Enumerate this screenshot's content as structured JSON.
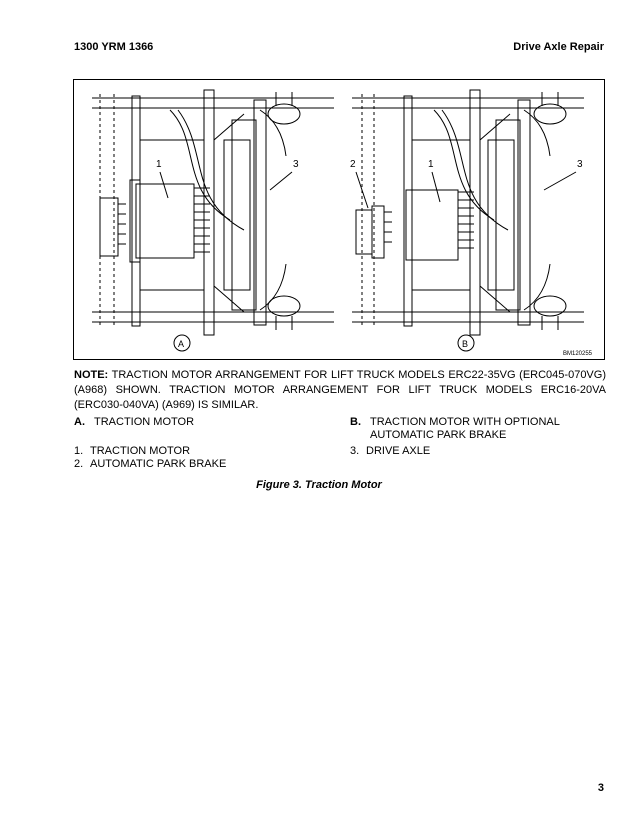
{
  "header": {
    "left": "1300 YRM 1366",
    "right": "Drive Axle Repair"
  },
  "figure": {
    "panel_a_letter": "A",
    "panel_b_letter": "B",
    "drawing_id": "BM120255",
    "callouts_a": [
      "1",
      "3"
    ],
    "callouts_b": [
      "2",
      "1",
      "3"
    ]
  },
  "note": {
    "label": "NOTE:",
    "text": " TRACTION MOTOR ARRANGEMENT FOR LIFT TRUCK MODELS ERC22-35VG (ERC045-070VG) (A968) SHOWN. TRACTION MOTOR ARRANGEMENT FOR LIFT TRUCK MODELS ERC16-20VA (ERC030-040VA) (A969) IS SIMILAR."
  },
  "legend": {
    "a": {
      "tag": "A.",
      "text": "TRACTION MOTOR"
    },
    "b": {
      "tag": "B.",
      "line1": "TRACTION MOTOR WITH OPTIONAL",
      "line2": "AUTOMATIC PARK BRAKE"
    },
    "item1": {
      "num": "1.",
      "text": "TRACTION MOTOR"
    },
    "item2": {
      "num": "2.",
      "text": "AUTOMATIC PARK BRAKE"
    },
    "item3": {
      "num": "3.",
      "text": "DRIVE AXLE"
    }
  },
  "caption": "Figure 3. Traction Motor",
  "page_number": "3"
}
